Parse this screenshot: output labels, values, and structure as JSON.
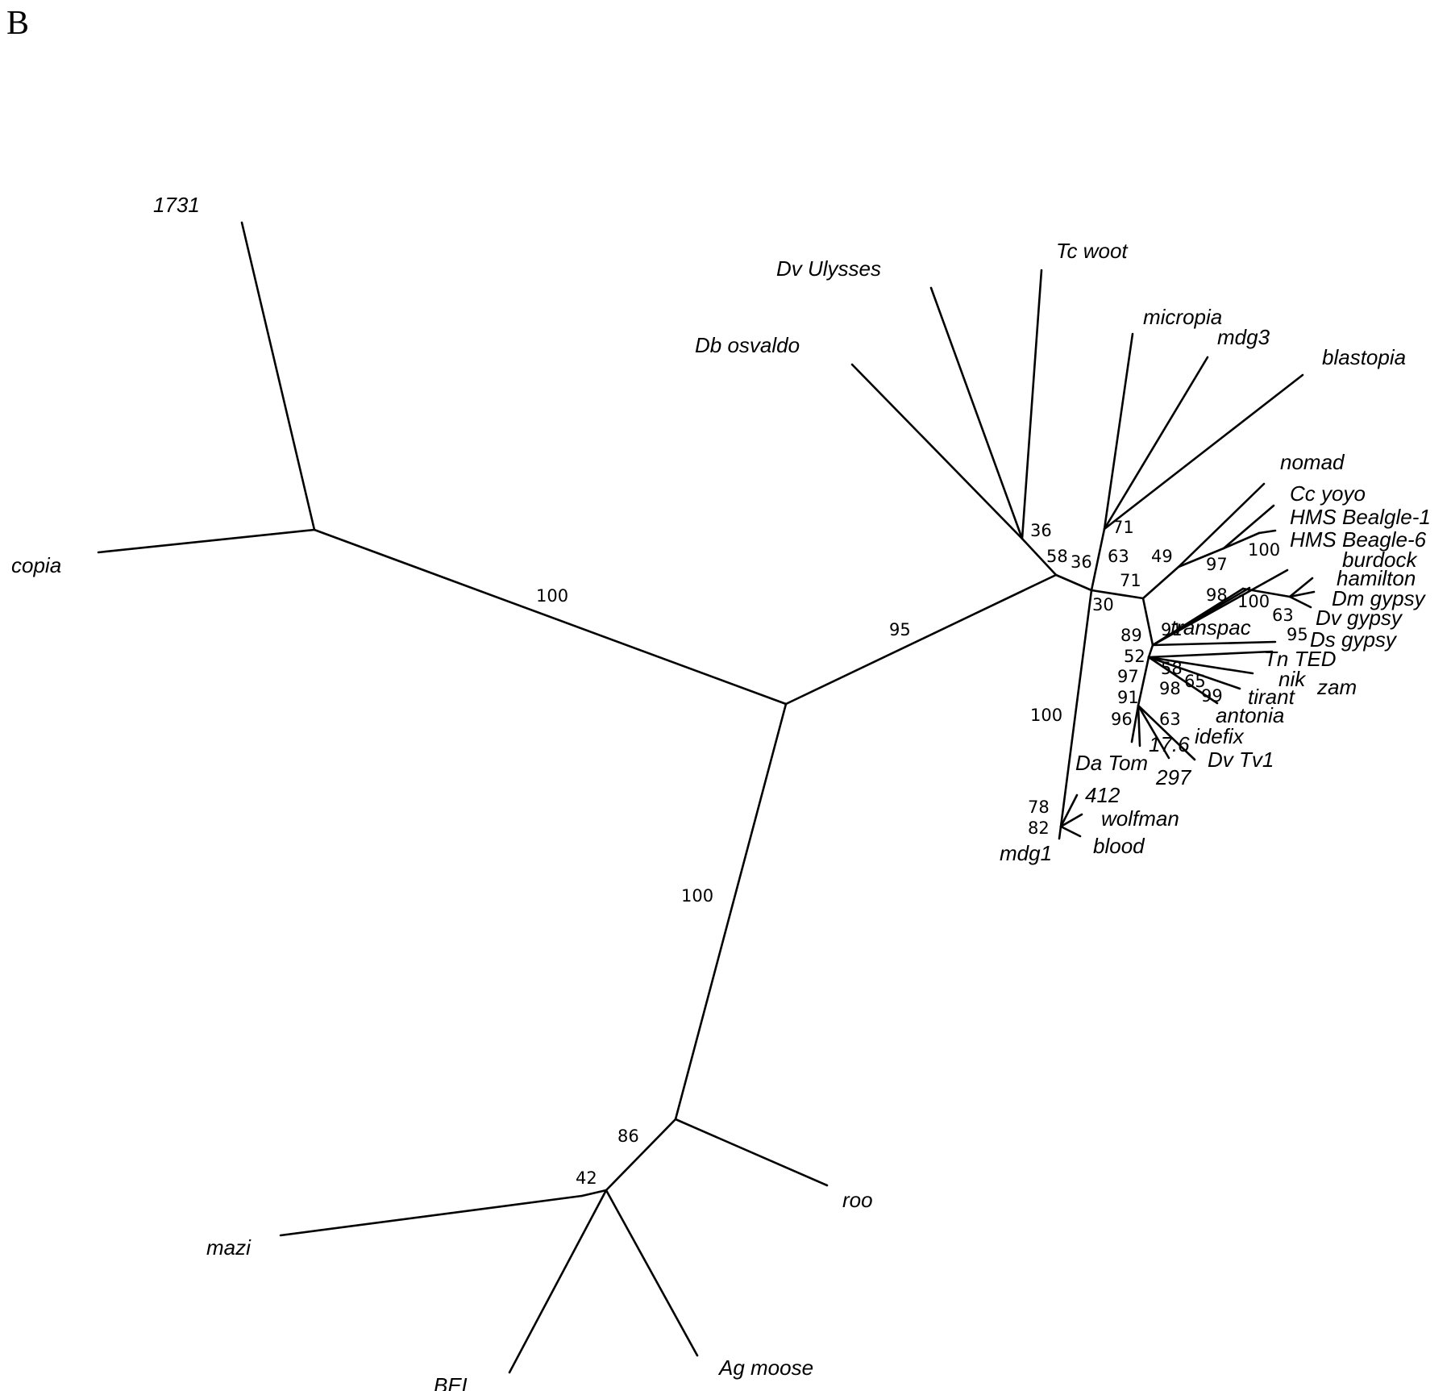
{
  "panel_label": "B",
  "taxa": [
    {
      "key": "t1731",
      "label": "1731"
    },
    {
      "key": "copia",
      "label": "copia"
    },
    {
      "key": "dv_ulysses",
      "label": "Dv Ulysses"
    },
    {
      "key": "tc_woot",
      "label": "Tc woot"
    },
    {
      "key": "db_osvaldo",
      "label": "Db osvaldo"
    },
    {
      "key": "micropia",
      "label": "micropia"
    },
    {
      "key": "mdg3",
      "label": "mdg3"
    },
    {
      "key": "blastopia",
      "label": "blastopia"
    },
    {
      "key": "nomad",
      "label": "nomad"
    },
    {
      "key": "cc_yoyo",
      "label": "Cc yoyo"
    },
    {
      "key": "hms_bealgle1",
      "label": "HMS Bealgle-1"
    },
    {
      "key": "hms_beagle6",
      "label": "HMS Beagle-6"
    },
    {
      "key": "burdock",
      "label": "burdock"
    },
    {
      "key": "hamilton",
      "label": "hamilton"
    },
    {
      "key": "dm_gypsy",
      "label": "Dm gypsy"
    },
    {
      "key": "dv_gypsy",
      "label": "Dv gypsy"
    },
    {
      "key": "ds_gypsy",
      "label": "Ds gypsy"
    },
    {
      "key": "transpac",
      "label": "transpac"
    },
    {
      "key": "tn_ted",
      "label": "Tn TED"
    },
    {
      "key": "nik",
      "label": "nik"
    },
    {
      "key": "zam",
      "label": "zam"
    },
    {
      "key": "tirant",
      "label": "tirant"
    },
    {
      "key": "antonia",
      "label": "antonia"
    },
    {
      "key": "idefix",
      "label": "idefix"
    },
    {
      "key": "t17_6",
      "label": "17.6"
    },
    {
      "key": "dv_tv1",
      "label": "Dv Tv1"
    },
    {
      "key": "da_tom",
      "label": "Da Tom"
    },
    {
      "key": "t297",
      "label": "297"
    },
    {
      "key": "t412",
      "label": "412"
    },
    {
      "key": "wolfman",
      "label": "wolfman"
    },
    {
      "key": "blood",
      "label": "blood"
    },
    {
      "key": "mdg1",
      "label": "mdg1"
    },
    {
      "key": "roo",
      "label": "roo"
    },
    {
      "key": "mazi",
      "label": "mazi"
    },
    {
      "key": "bel",
      "label": "BEL"
    },
    {
      "key": "ag_moose",
      "label": "Ag moose"
    }
  ],
  "support_values": [
    {
      "key": "s_copia_clade",
      "value": "100"
    },
    {
      "key": "s_gypsy_clade",
      "value": "95"
    },
    {
      "key": "s_bel_stem",
      "value": "100"
    },
    {
      "key": "s_bel_roo",
      "value": "86"
    },
    {
      "key": "s_mazi",
      "value": "42"
    },
    {
      "key": "s_36a",
      "value": "36"
    },
    {
      "key": "s_58",
      "value": "58"
    },
    {
      "key": "s_36b",
      "value": "36"
    },
    {
      "key": "s_30",
      "value": "30"
    },
    {
      "key": "s_71a",
      "value": "71"
    },
    {
      "key": "s_63a",
      "value": "63"
    },
    {
      "key": "s_71b",
      "value": "71"
    },
    {
      "key": "s_49",
      "value": "49"
    },
    {
      "key": "s_97a",
      "value": "97"
    },
    {
      "key": "s_100a",
      "value": "100"
    },
    {
      "key": "s_98a",
      "value": "98"
    },
    {
      "key": "s_100b",
      "value": "100"
    },
    {
      "key": "s_63b",
      "value": "63"
    },
    {
      "key": "s_91a",
      "value": "91"
    },
    {
      "key": "s_95",
      "value": "95"
    },
    {
      "key": "s_89",
      "value": "89"
    },
    {
      "key": "s_52",
      "value": "52"
    },
    {
      "key": "s_58b",
      "value": "58"
    },
    {
      "key": "s_65",
      "value": "65"
    },
    {
      "key": "s_97b",
      "value": "97"
    },
    {
      "key": "s_98b",
      "value": "98"
    },
    {
      "key": "s_99",
      "value": "99"
    },
    {
      "key": "s_91b",
      "value": "91"
    },
    {
      "key": "s_63c",
      "value": "63"
    },
    {
      "key": "s_96",
      "value": "96"
    },
    {
      "key": "s_100c",
      "value": "100"
    },
    {
      "key": "s_78",
      "value": "78"
    },
    {
      "key": "s_82",
      "value": "82"
    }
  ]
}
